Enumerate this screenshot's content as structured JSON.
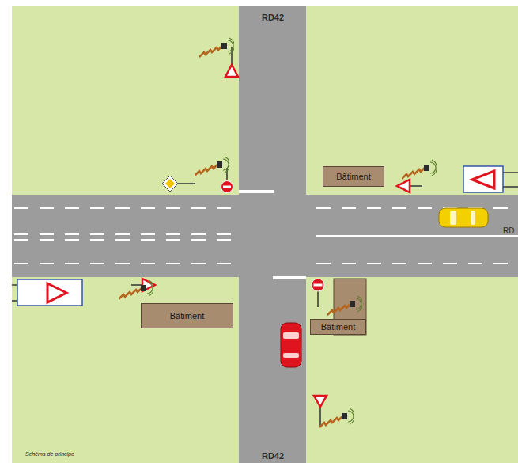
{
  "diagram": {
    "nodes": [
      {
        "text": [
          "Bâtiment"
        ]
      },
      {
        "text": [
          "Bâtiment"
        ]
      },
      {
        "text": [
          "Bâtiment"
        ]
      }
    ],
    "labels": [
      "RD42",
      "RD42",
      "RD",
      "Schéma de principe"
    ]
  }
}
